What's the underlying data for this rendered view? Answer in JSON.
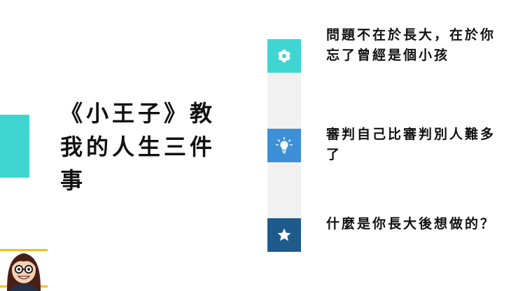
{
  "title": "《小王子》教我的人生三件事",
  "colors": {
    "accent_teal": "#3fd6d2",
    "node_teal": "#3fd6d2",
    "node_blue": "#3d8fd6",
    "node_navy": "#1e5a8c",
    "track_gray": "#f1f1f1",
    "text": "#111111"
  },
  "timeline": [
    {
      "icon": "flower-icon",
      "text": "問題不在於長大，在於你忘了曾經是個小孩"
    },
    {
      "icon": "lightbulb-icon",
      "text": "審判自己比審判別人難多了"
    },
    {
      "icon": "star-icon",
      "text": "什麼是你長大後想做的？"
    }
  ]
}
